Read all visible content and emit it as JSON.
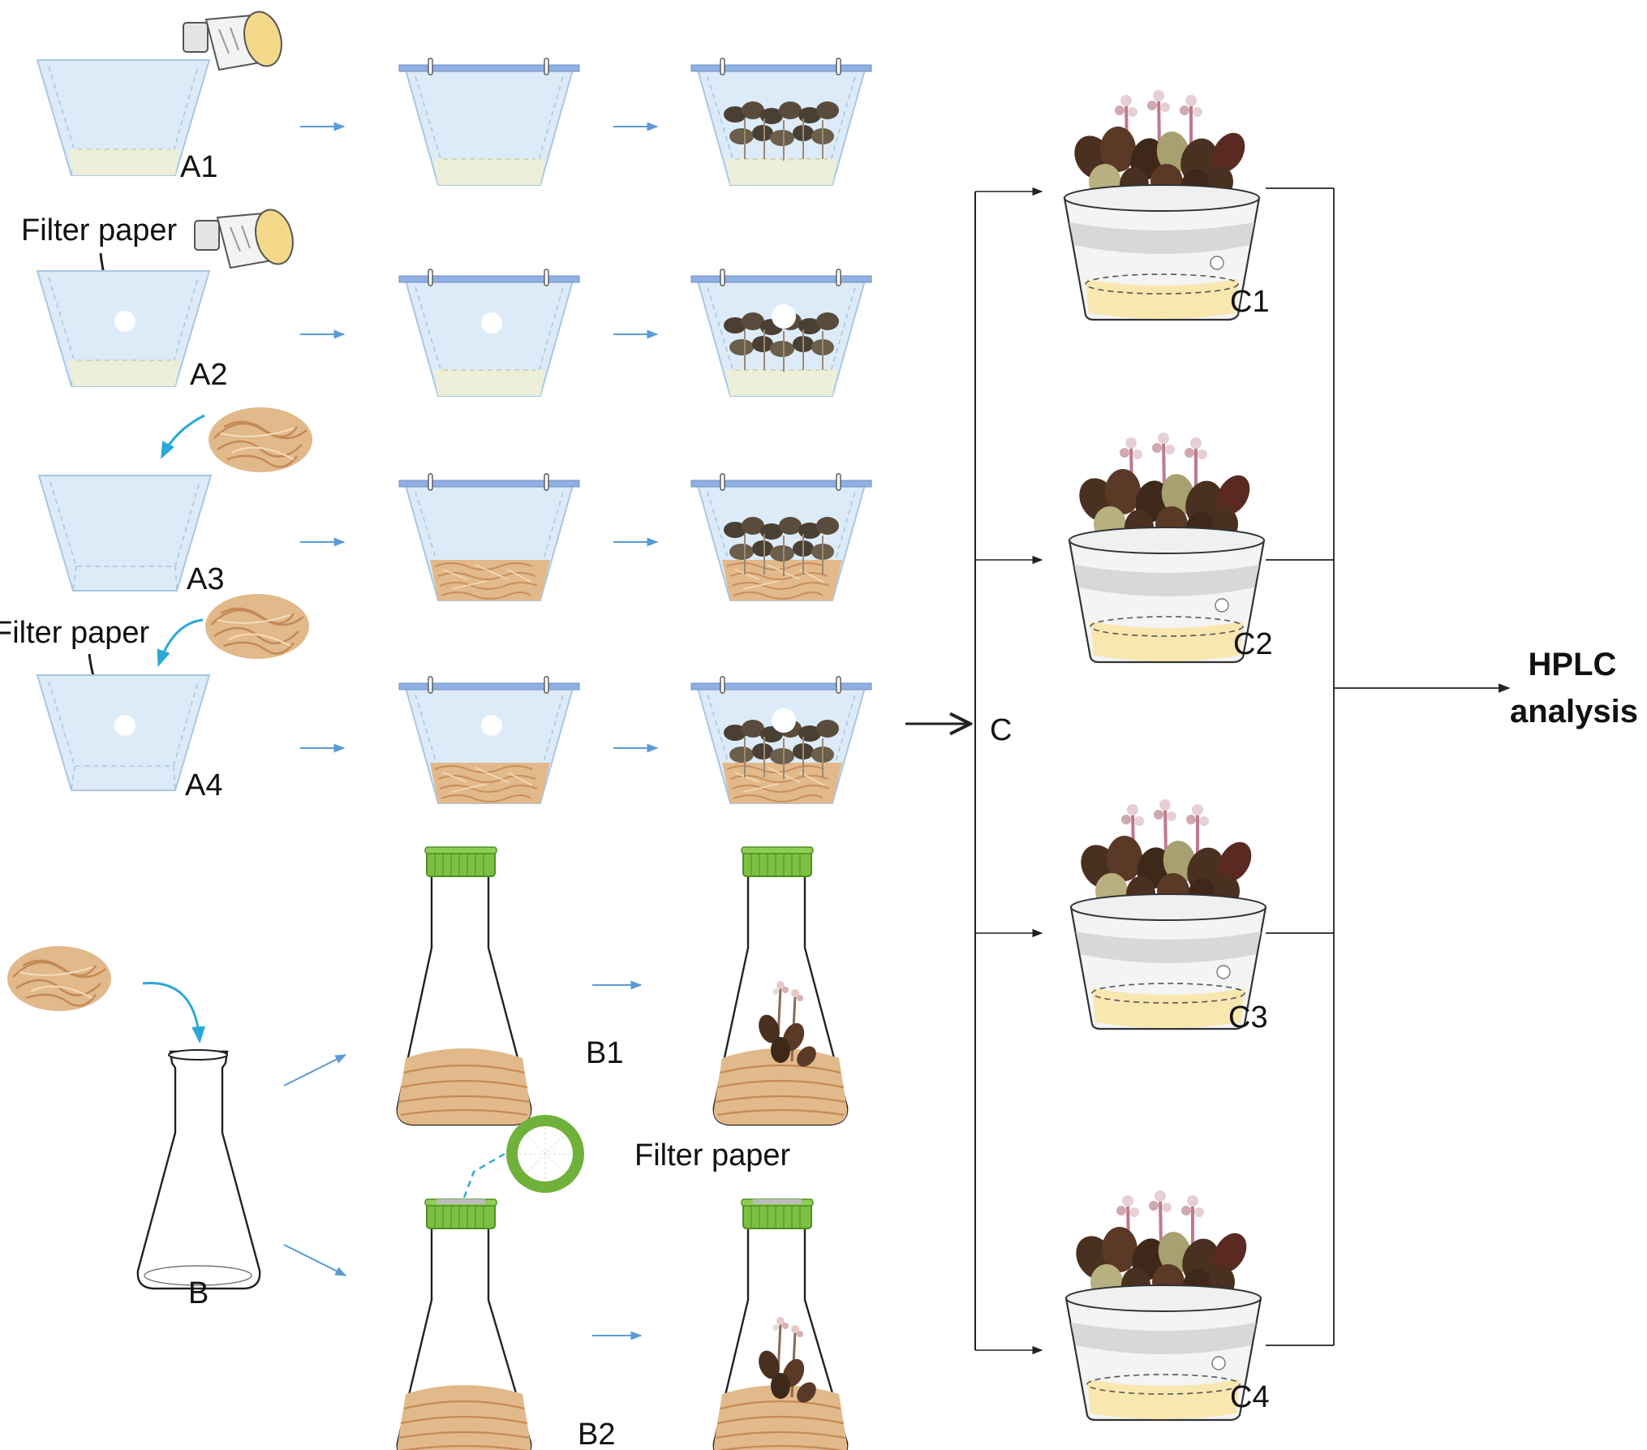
{
  "labels": {
    "a1": "A1",
    "a2": "A2",
    "a3": "A3",
    "a4": "A4",
    "b": "B",
    "b1": "B1",
    "b2": "B2",
    "c": "C",
    "c1": "C1",
    "c2": "C2",
    "c3": "C3",
    "c4": "C4",
    "filter_paper_a2": "Filter paper",
    "filter_paper_a4": "Filter paper",
    "filter_paper_b2": "Filter paper",
    "hplc_line1": "HPLC",
    "hplc_line2": "analysis"
  },
  "colors": {
    "box_fill": "#dcebf7",
    "box_stroke": "#8fb5d6",
    "lid": "#8fb0e0",
    "medium": "#eef0d4",
    "fiber": "#e2b98a",
    "cap_green": "#7cc043",
    "arrow_blue": "#5b9bd5",
    "leaf_dark": "#4a3020",
    "leaf_light": "#b5b080",
    "basin_gray": "#d8d8d8",
    "basin_liquid": "#f9e7b0"
  }
}
